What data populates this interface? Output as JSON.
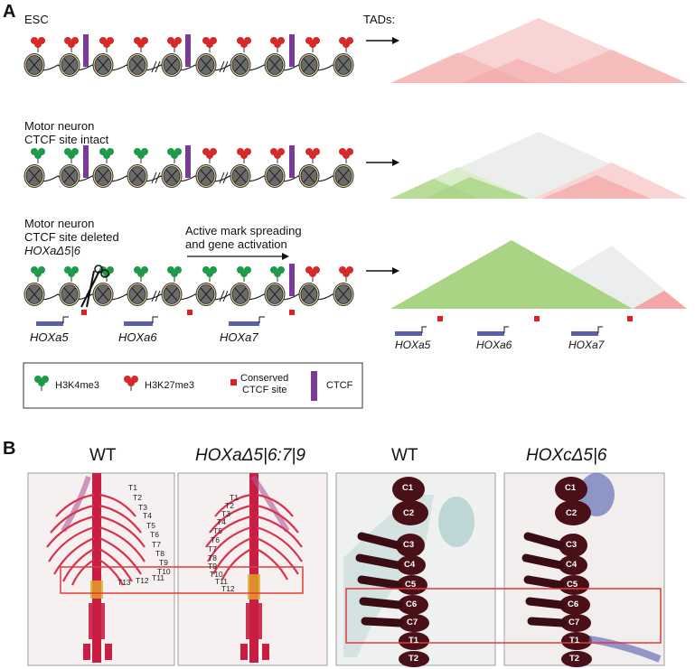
{
  "panelA": {
    "letter": "A",
    "rows": [
      {
        "label_lines": [
          "ESC"
        ]
      },
      {
        "label_lines": [
          "Motor neuron",
          "CTCF site intact"
        ]
      },
      {
        "label_lines": [
          "Motor neuron",
          "CTCF site deleted"
        ],
        "italic_line": "HOXaΔ5|6"
      }
    ],
    "tads_label": "TADs:",
    "spreading_lines": [
      "Active mark spreading",
      "and gene activation"
    ],
    "genes": [
      "HOXa5",
      "HOXa6",
      "HOXa7"
    ],
    "legend": {
      "h3k4": "H3K4me3",
      "h3k27": "H3K27me3",
      "conserved_lines": [
        "Conserved",
        "CTCF site"
      ],
      "ctcf": "CTCF"
    },
    "colors": {
      "green_mark": "#1e9a4a",
      "red_mark": "#d62a2a",
      "ctcf_bar": "#7b3b9a",
      "gene_bar": "#5a5fa8",
      "tad_red": "#f4a6a6",
      "tad_green": "#a8d484",
      "tad_grey": "#e4e6e6"
    }
  },
  "panelB": {
    "letter": "B",
    "titles": [
      "WT",
      "HOXaΔ5|6:7|9",
      "WT",
      "HOXcΔ5|6"
    ],
    "thoracic_wt": [
      "T1",
      "T2",
      "T3",
      "T4",
      "T5",
      "T6",
      "T7",
      "T8",
      "T9",
      "T10",
      "T11",
      "T12",
      "T13"
    ],
    "thoracic_mut": [
      "T1",
      "T2",
      "T3",
      "T4",
      "T5",
      "T6",
      "T7",
      "T8",
      "T9",
      "T10",
      "T11",
      "T12"
    ],
    "cervical_wt": [
      "C1",
      "C2",
      "C3",
      "C4",
      "C5",
      "C6",
      "C7",
      "T1",
      "T2"
    ],
    "cervical_mut": [
      "C1",
      "C2",
      "C3",
      "C4",
      "C5",
      "C6",
      "C7",
      "T1",
      "T2"
    ]
  }
}
